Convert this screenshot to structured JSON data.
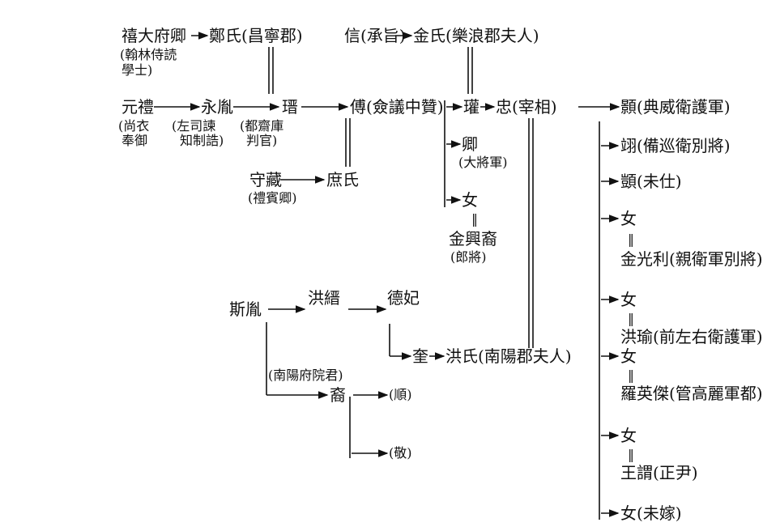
{
  "nodes": {
    "xi_daifu": "禧大府卿",
    "xi_title1": "(翰林侍読",
    "xi_title2": "學士)",
    "zheng": "鄭氏(昌寧郡)",
    "xin": "信(承旨)",
    "jin_shi": "金氏(樂浪郡夫人)",
    "yuanli": "元禮",
    "yuanli_t1": "(尚衣",
    "yuanli_t2": "奉御",
    "yongyin": "永胤",
    "yongyin_t1": "(左司諫",
    "yongyin_t2": "知制誥)",
    "jin": "瑨",
    "jin_t1": "(都齋庫",
    "jin_t2": "判官)",
    "fu": "傅(僉議中贊)",
    "guan": "瓘",
    "zhong": "忠(宰相)",
    "hao": "顥(典威衛護軍)",
    "shouzang": "守藏",
    "shouzang_t": "(禮賓卿)",
    "shu_shi": "庶氏",
    "qing": "卿",
    "qing_t": "(大將軍)",
    "nv1": "女",
    "eq1": "‖",
    "jin_xingyi": "金興裔",
    "jin_xingyi_t": "(郎將)",
    "yi": "翊(備巡衛別將)",
    "yi2": "顗(未仕)",
    "nv2": "女",
    "eq2": "‖",
    "jin_guangli": "金光利(親衛軍別將)",
    "nv3": "女",
    "eq3": "‖",
    "hong_yu": "洪瑜(前左右衛護軍)",
    "nv4": "女",
    "eq4": "‖",
    "luo_yingjie": "羅英傑(管高麗軍都)",
    "nv5": "女",
    "eq5": "‖",
    "wang_wei": "王謂(正尹)",
    "nv6": "女(未嫁)",
    "siyin": "斯胤",
    "hong_jin": "洪縉",
    "defei": "德妃",
    "kui": "奎",
    "hong_shi": "洪氏(南陽郡夫人)",
    "nanyang": "(南陽府院君)",
    "yi_desc": "裔",
    "shun": "(順)",
    "jing": "(敬)"
  }
}
